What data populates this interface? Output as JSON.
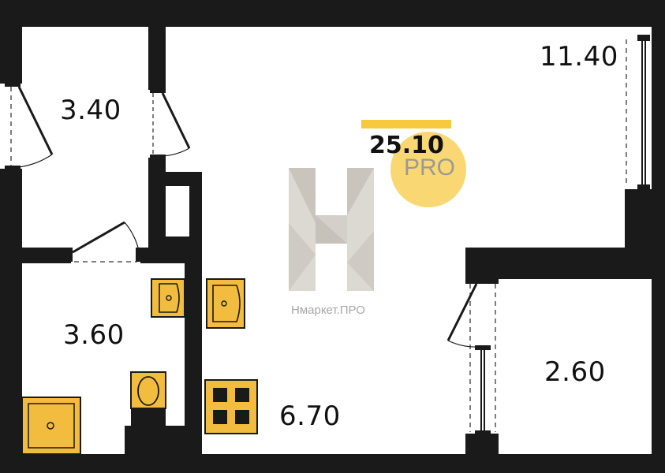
{
  "plan": {
    "total_area": "25.10",
    "pro_badge": "PRO",
    "brand_caption": "Нмаркет.ПРО",
    "rooms": [
      {
        "id": "living-room",
        "area": "11.40"
      },
      {
        "id": "hallway",
        "area": "3.40"
      },
      {
        "id": "bathroom",
        "area": "3.60"
      },
      {
        "id": "kitchen",
        "area": "6.70"
      },
      {
        "id": "balcony",
        "area": "2.60"
      }
    ]
  },
  "colors": {
    "wall": "#1a1a1a",
    "fixture_fill": "#f2bd3e",
    "accent": "#f7c93f",
    "logo_light": "#dcd8d2",
    "logo_dark": "#c9c4bc"
  }
}
